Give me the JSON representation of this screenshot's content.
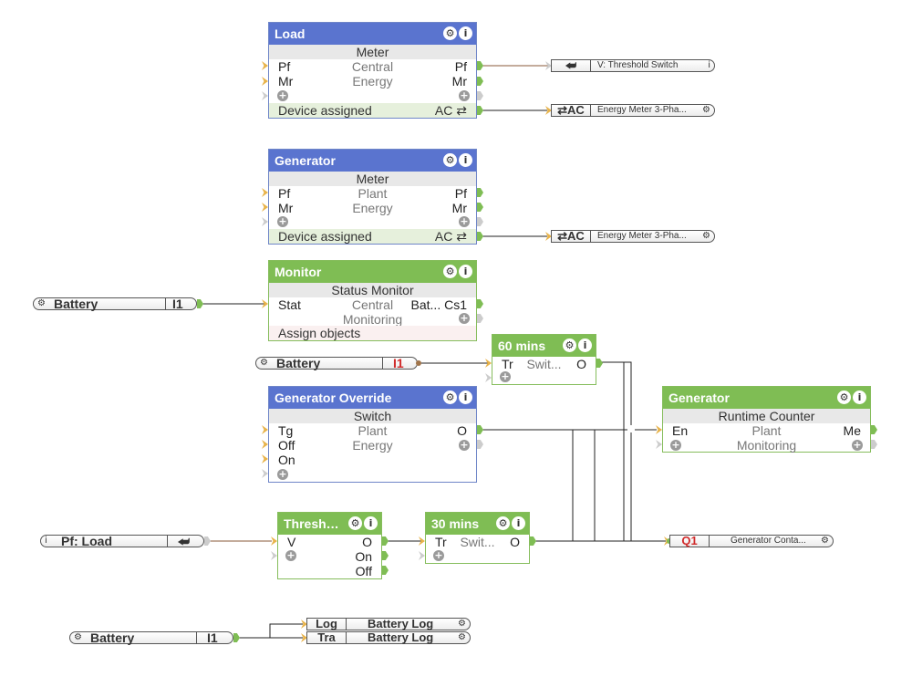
{
  "blocks": {
    "load_meter": {
      "title": "Load",
      "sub": "Meter",
      "rows": [
        {
          "l": "Pf",
          "c": "Central",
          "r": "Pf"
        },
        {
          "l": "Mr",
          "c": "Energy",
          "r": "Mr"
        }
      ],
      "foot": "Device assigned",
      "foot_r": "AC ⇄"
    },
    "gen_meter": {
      "title": "Generator",
      "sub": "Meter",
      "rows": [
        {
          "l": "Pf",
          "c": "Plant",
          "r": "Pf"
        },
        {
          "l": "Mr",
          "c": "Energy",
          "r": "Mr"
        }
      ],
      "foot": "Device assigned",
      "foot_r": "AC ⇄"
    },
    "monitor": {
      "title": "Monitor",
      "sub": "Status Monitor",
      "rows": [
        {
          "l": "Stat",
          "c": "Central",
          "r": "Bat... Cs1"
        },
        {
          "l": "",
          "c": "Monitoring",
          "r": ""
        }
      ],
      "foot": "Assign objects"
    },
    "sixty": {
      "title": "60 mins",
      "rows": [
        {
          "l": "Tr",
          "c": "Swit...",
          "r": "O"
        }
      ]
    },
    "override": {
      "title": "Generator Override",
      "sub": "Switch",
      "rows": [
        {
          "l": "Tg",
          "c": "Plant",
          "r": "O"
        },
        {
          "l": "Off",
          "c": "Energy",
          "r": ""
        },
        {
          "l": "On",
          "c": "",
          "r": ""
        }
      ]
    },
    "runtime": {
      "title": "Generator",
      "sub": "Runtime Counter",
      "rows": [
        {
          "l": "En",
          "c": "Plant",
          "r": "Me"
        },
        {
          "l": "",
          "c": "Monitoring",
          "r": ""
        }
      ]
    },
    "thresh": {
      "title": "Thresh…",
      "rows": [
        {
          "l": "V",
          "c": "",
          "r": "O"
        },
        {
          "l": "",
          "c": "",
          "r": "On"
        },
        {
          "l": "",
          "c": "",
          "r": "Off"
        }
      ]
    },
    "thirty": {
      "title": "30 mins",
      "rows": [
        {
          "l": "Tr",
          "c": "Swit...",
          "r": "O"
        }
      ]
    }
  },
  "objects": {
    "battery1": {
      "name": "Battery",
      "chan": "I1"
    },
    "battery2": {
      "name": "Battery",
      "chan": "I1"
    },
    "battery3": {
      "name": "Battery",
      "chan": "I1"
    },
    "pf_load": {
      "name": "Pf: Load",
      "chan": "⮨"
    }
  },
  "targets": {
    "vthresh": {
      "lbl": "⮨",
      "name": "V: Threshold Switch",
      "icon": "i"
    },
    "em1": {
      "lbl": "⇄AC",
      "name": "Energy Meter 3-Pha...",
      "icon": "⚙"
    },
    "em2": {
      "lbl": "⇄AC",
      "name": "Energy Meter 3-Pha...",
      "icon": "⚙"
    },
    "q1": {
      "lbl": "Q1",
      "name": "Generator Conta...",
      "icon": "⚙"
    },
    "log1": {
      "lbl": "Log",
      "name": "Battery Log",
      "icon": "⚙"
    },
    "log2": {
      "lbl": "Tra",
      "name": "Battery Log",
      "icon": "⚙"
    }
  },
  "colors": {
    "blue_header": "#5a74cf",
    "green_header": "#7fbd54",
    "pin_in": "#e8b34a",
    "pin_out": "#7fbd54"
  }
}
